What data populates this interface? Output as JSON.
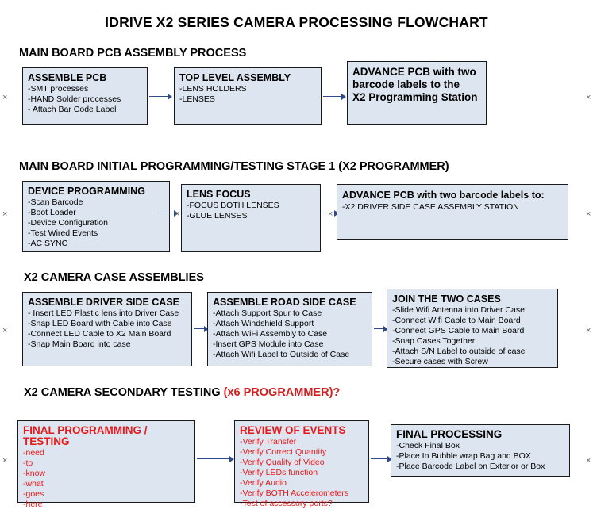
{
  "title": "IDRIVE X2  SERIES CAMERA PROCESSING FLOWCHART",
  "sections": [
    {
      "id": "main-board-pcb",
      "label": "MAIN BOARD PCB ASSEMBLY PROCESS",
      "red_suffix": ""
    },
    {
      "id": "initial-programming",
      "label": "MAIN BOARD INITIAL PROGRAMMING/TESTING STAGE 1 (X2 PROGRAMMER)",
      "red_suffix": ""
    },
    {
      "id": "case-assemblies",
      "label": "X2 CAMERA CASE ASSEMBLIES",
      "red_suffix": ""
    },
    {
      "id": "secondary-testing",
      "label": "X2 CAMERA SECONDARY TESTING ",
      "red_suffix": "(x6 PROGRAMMER)?"
    }
  ],
  "boxes": [
    {
      "id": "assemble-pcb",
      "title": "ASSEMBLE PCB",
      "lines": "-SMT processes\n-HAND Solder processes\n- Attach Bar Code Label",
      "color": "normal"
    },
    {
      "id": "top-level-assembly",
      "title": "TOP LEVEL ASSEMBLY",
      "lines": "-LENS HOLDERS\n-LENSES",
      "color": "normal"
    },
    {
      "id": "advance-pcb-programming-station",
      "title": "ADVANCE PCB with two\nbarcode labels to the\nX2 Programming Station",
      "lines": "",
      "color": "normal"
    },
    {
      "id": "device-programming",
      "title": "DEVICE PROGRAMMING",
      "lines": "-Scan Barcode\n-Boot Loader\n-Device Configuration\n-Test Wired Events\n-AC SYNC",
      "color": "normal"
    },
    {
      "id": "lens-focus",
      "title": "LENS FOCUS",
      "lines": "-FOCUS BOTH LENSES\n-GLUE LENSES",
      "color": "normal"
    },
    {
      "id": "advance-pcb-driver-side",
      "title": "ADVANCE PCB with two barcode labels to:",
      "lines": "-X2 DRIVER  SIDE  CASE  ASSEMBLY STATION",
      "color": "normal"
    },
    {
      "id": "assemble-driver-side-case",
      "title": "ASSEMBLE DRIVER SIDE CASE",
      "lines": "- Insert LED Plastic lens into Driver Case\n-Snap LED Board with Cable into Case\n-Connect LED Cable to X2 Main Board\n-Snap Main Board into case",
      "color": "normal"
    },
    {
      "id": "assemble-road-side-case",
      "title": "ASSEMBLE ROAD SIDE CASE",
      "lines": "-Attach Support Spur to Case\n-Attach Windshield Support\n-Attach WiFi Assembly to Case\n-Insert GPS Module into Case\n-Attach Wifi Label to Outside of Case",
      "color": "normal"
    },
    {
      "id": "join-the-two-cases",
      "title": "JOIN THE TWO CASES",
      "lines": "-Slide Wifi Antenna into Driver Case\n-Connect Wifi Cable to Main Board\n-Connect GPS Cable to Main Board\n-Snap Cases Together\n-Attach S/N Label to outside of case\n-Secure cases with Screw",
      "color": "normal"
    },
    {
      "id": "final-programming-testing",
      "title": "FINAL PROGRAMMING / TESTING",
      "lines": "-need\n-to\n-know\n-what\n-goes\n-here",
      "color": "red"
    },
    {
      "id": "review-of-events",
      "title": "REVIEW OF EVENTS",
      "lines": "-Verify Transfer\n-Verify Correct Quantity\n-Verify Quality of Video\n-Verify LEDs function\n-Verify Audio\n-Verify BOTH Accelerometers\n-Test of accessory ports?",
      "color": "red"
    },
    {
      "id": "final-processing",
      "title": "FINAL PROCESSING",
      "lines": "-Check Final Box\n-Place In Bubble wrap Bag and BOX\n-Place Barcode Label on Exterior or Box",
      "color": "normal"
    }
  ],
  "colors": {
    "box_fill": "#dde5f0",
    "box_border": "#1a1a1a",
    "arrow": "#2f4a8c",
    "red_text": "#e8191b",
    "title_text": "#000000"
  }
}
